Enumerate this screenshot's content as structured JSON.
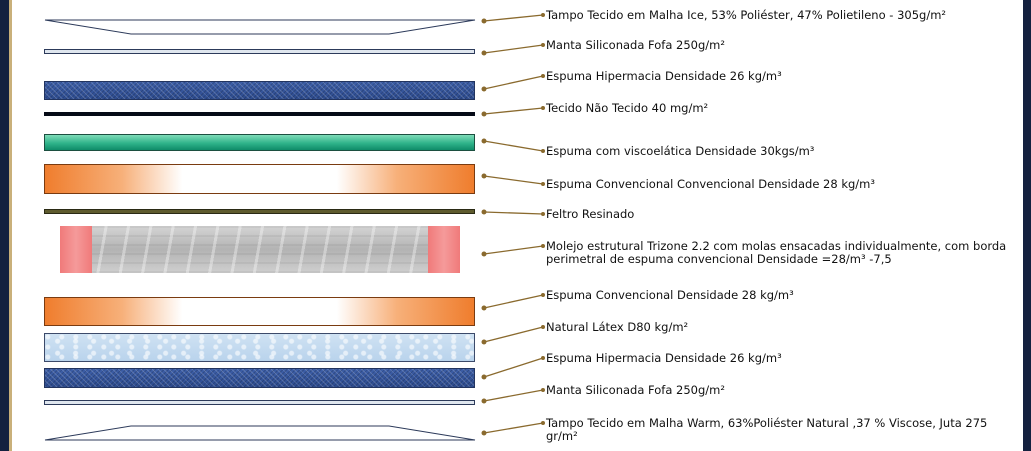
{
  "colors": {
    "frame": "#14213f",
    "frame_accent": "#c9b07a",
    "leader_line": "#8a6a2e",
    "leader_dot": "#8a6a2e"
  },
  "labels": [
    {
      "id": "tampo-ice",
      "text": "Tampo Tecido em Malha Ice, 53% Poliéster, 47% Polietileno  - 305g/m²"
    },
    {
      "id": "manta-top",
      "text": "Manta Siliconada Fofa 250g/m²"
    },
    {
      "id": "espuma-hiper-top",
      "text": "Espuma Hipermacia  Densidade 26 kg/m³"
    },
    {
      "id": "tnt",
      "text": "Tecido Não Tecido 40 mg/m²"
    },
    {
      "id": "visco",
      "text": "Espuma com viscoelática Densidade 30kgs/m³"
    },
    {
      "id": "espuma-conv-top",
      "text": "Espuma Convencional  Convencional Densidade 28 kg/m³"
    },
    {
      "id": "feltro",
      "text": "Feltro Resinado"
    },
    {
      "id": "molejo",
      "text": "Molejo estrutural  Trizone 2.2 com molas ensacadas individualmente, com borda perimetral de espuma convencional Densidade =28/m³ -7,5"
    },
    {
      "id": "espuma-conv-bottom",
      "text": "Espuma Convencional  Densidade 28 kg/m³"
    },
    {
      "id": "latex",
      "text": "Natural Látex  D80 kg/m²"
    },
    {
      "id": "espuma-hiper-bottom",
      "text": "Espuma Hipermacia  Densidade 26 kg/m³"
    },
    {
      "id": "manta-bottom",
      "text": "Manta Siliconada Fofa 250g/m²"
    },
    {
      "id": "tampo-warm",
      "text": "Tampo Tecido em Malha Warm, 63%Poliéster Natural ,37 % Viscose, Juta 275 gr/m²"
    }
  ]
}
